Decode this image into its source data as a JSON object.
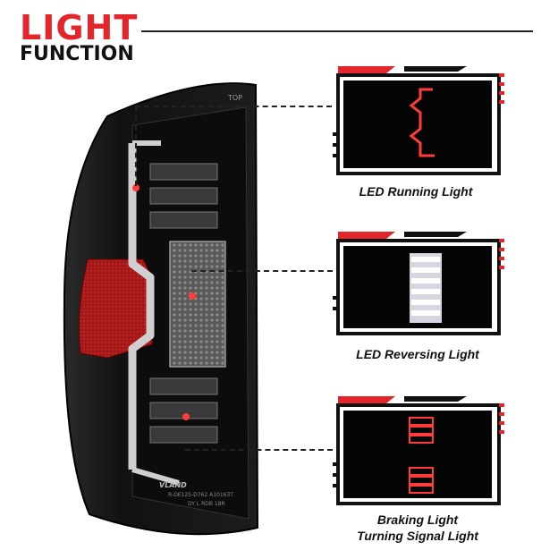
{
  "header": {
    "line1": "LIGHT",
    "line2": "FUNCTION"
  },
  "lamp": {
    "label_top": "TOP",
    "brand": "VLAND",
    "part_line1": "R-DE125-D762 A10163T",
    "part_line2": "DY L RDB 18R"
  },
  "functions": [
    {
      "caption": "LED Running Light"
    },
    {
      "caption": "LED Reversing Light"
    },
    {
      "caption_line1": "Braking Light",
      "caption_line2": "Turning Signal Light"
    }
  ],
  "colors": {
    "accent": "#e3262b",
    "lamp_body": "#141414",
    "led_red": "#ff3b3b",
    "led_white": "#ffffff"
  }
}
